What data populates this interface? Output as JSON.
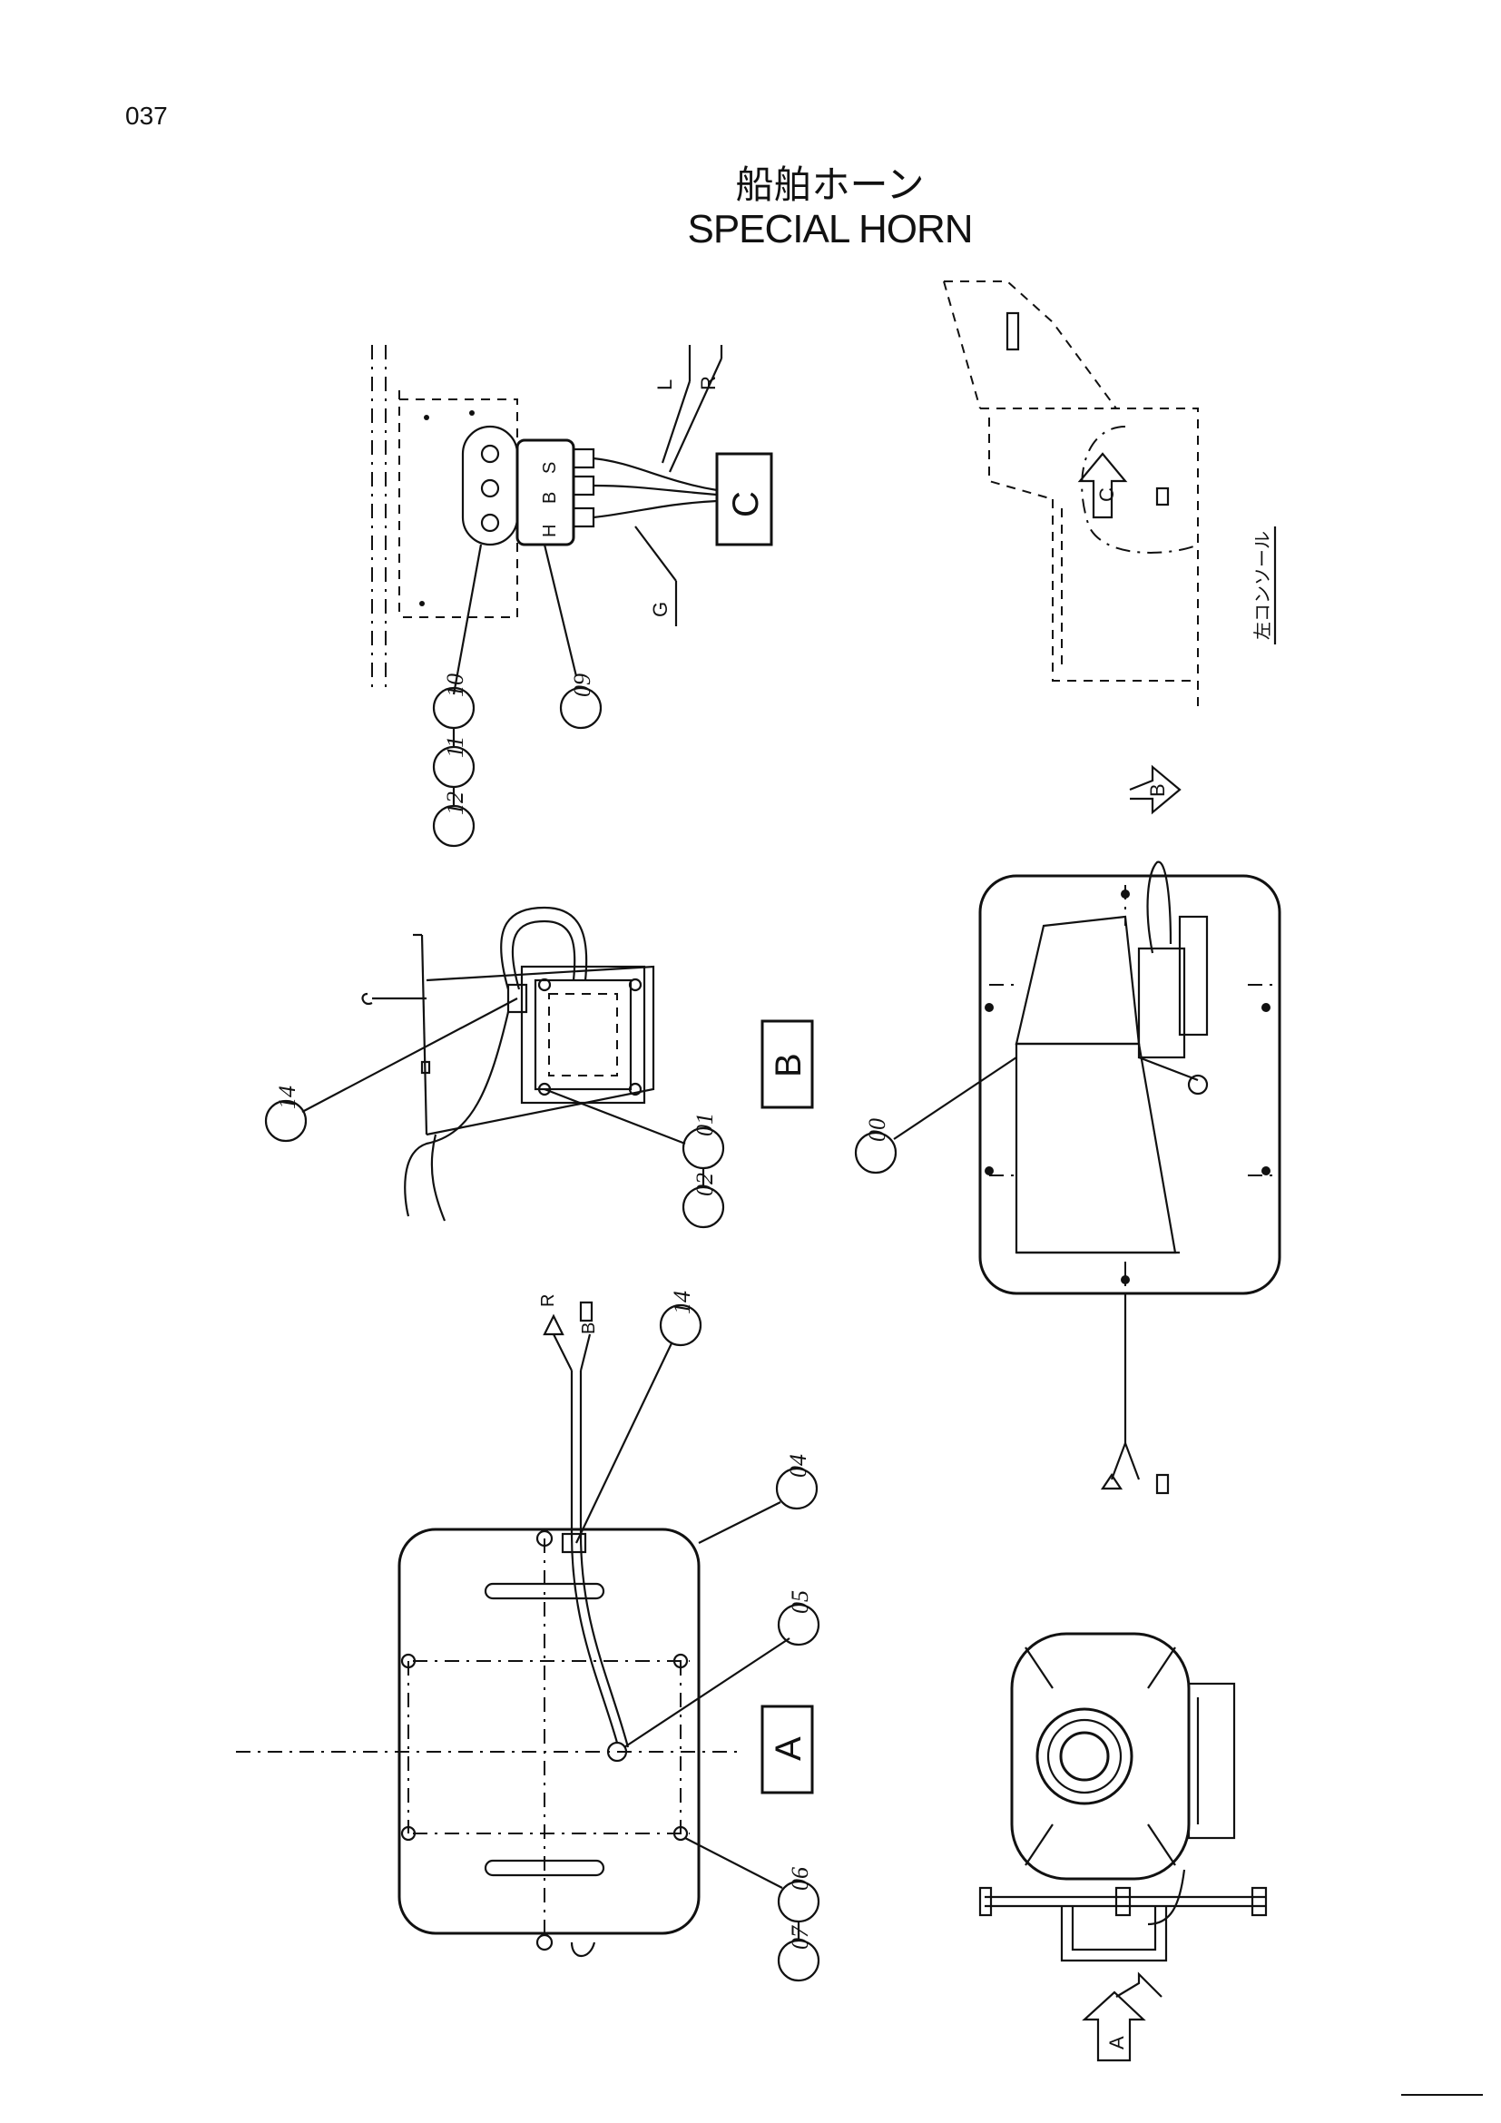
{
  "page_number": "037",
  "title": {
    "jp": "船舶ホーン",
    "en": "SPECIAL HORN"
  },
  "view_labels": {
    "a": "A",
    "b": "B",
    "c": "C"
  },
  "terminal_labels": {
    "h": "H",
    "b": "B",
    "s": "S"
  },
  "wire_labels": {
    "l": "L",
    "r": "R",
    "g": "G",
    "r2": "R",
    "b2": "B"
  },
  "console_label": "左コンソール",
  "part_numbers": {
    "p00": "00",
    "p01": "01",
    "p02": "02",
    "p04": "04",
    "p05": "05",
    "p06": "06",
    "p07": "07",
    "p09": "09",
    "p10": "10",
    "p11": "11",
    "p12": "12",
    "p14a": "14",
    "p14b": "14"
  }
}
